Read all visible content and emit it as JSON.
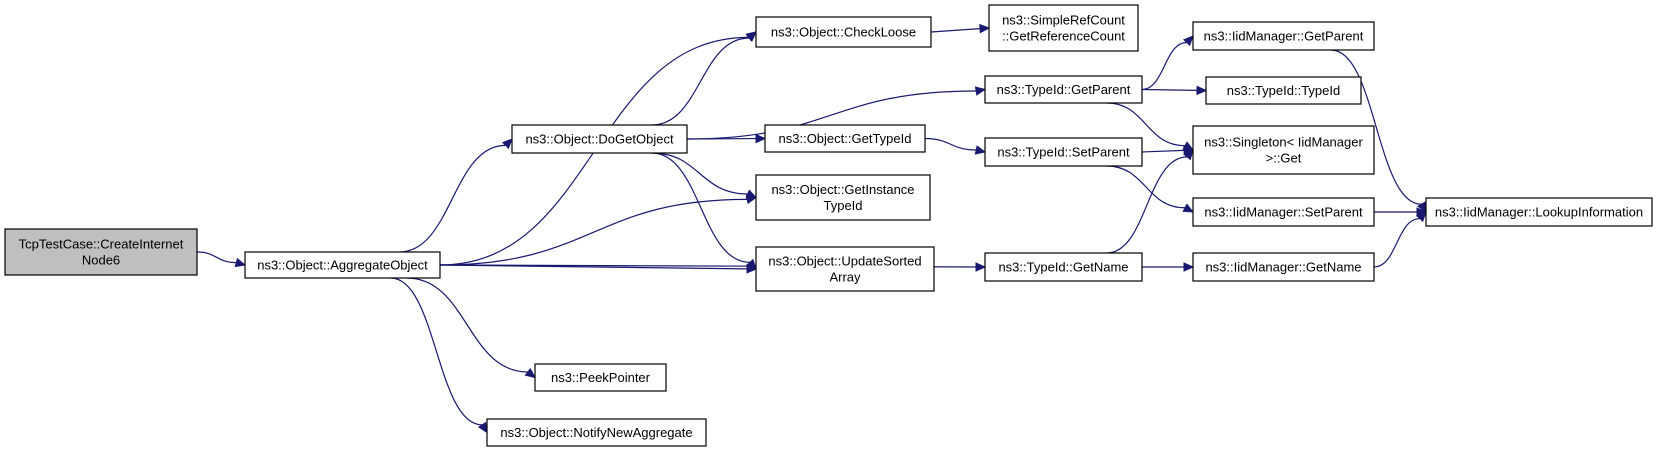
{
  "graph": {
    "nodes": {
      "n0": [
        "TcpTestCase::CreateInternet",
        "Node6"
      ],
      "n1": [
        "ns3::Object::AggregateObject"
      ],
      "n2": [
        "ns3::Object::CheckLoose"
      ],
      "n3": [
        "ns3::Object::DoGetObject"
      ],
      "n4": [
        "ns3::Object::GetInstance",
        "TypeId"
      ],
      "n5": [
        "ns3::Object::UpdateSorted",
        "Array"
      ],
      "n6": [
        "ns3::TypeId::GetName"
      ],
      "n7": [
        "ns3::PeekPointer"
      ],
      "n8": [
        "ns3::Object::NotifyNewAggregate"
      ],
      "n9": [
        "ns3::SimpleRefCount",
        "::GetReferenceCount"
      ],
      "n10": [
        "ns3::Object::GetTypeId"
      ],
      "n11": [
        "ns3::TypeId::GetParent"
      ],
      "n12": [
        "ns3::TypeId::SetParent"
      ],
      "n13": [
        "ns3::IidManager::GetParent"
      ],
      "n14": [
        "ns3::TypeId::TypeId"
      ],
      "n15": [
        "ns3::Singleton< IidManager",
        ">::Get"
      ],
      "n16": [
        "ns3::IidManager::SetParent"
      ],
      "n17": [
        "ns3::IidManager::GetName"
      ],
      "n18": [
        "ns3::IidManager::LookupInformation"
      ]
    },
    "edges": [
      [
        "n0",
        "n1"
      ],
      [
        "n1",
        "n2"
      ],
      [
        "n1",
        "n3"
      ],
      [
        "n1",
        "n4"
      ],
      [
        "n1",
        "n5"
      ],
      [
        "n1",
        "n6"
      ],
      [
        "n1",
        "n7"
      ],
      [
        "n1",
        "n8"
      ],
      [
        "n3",
        "n2"
      ],
      [
        "n3",
        "n10"
      ],
      [
        "n3",
        "n11"
      ],
      [
        "n3",
        "n4"
      ],
      [
        "n3",
        "n5"
      ],
      [
        "n2",
        "n9"
      ],
      [
        "n10",
        "n12"
      ],
      [
        "n11",
        "n13"
      ],
      [
        "n11",
        "n14"
      ],
      [
        "n11",
        "n15"
      ],
      [
        "n12",
        "n15"
      ],
      [
        "n12",
        "n16"
      ],
      [
        "n6",
        "n15"
      ],
      [
        "n6",
        "n17"
      ],
      [
        "n13",
        "n18"
      ],
      [
        "n16",
        "n18"
      ],
      [
        "n17",
        "n18"
      ]
    ]
  },
  "colors": {
    "edge": "#191970",
    "root_fill": "#bfbfbf",
    "node_fill": "#ffffff",
    "node_border": "#000000"
  }
}
